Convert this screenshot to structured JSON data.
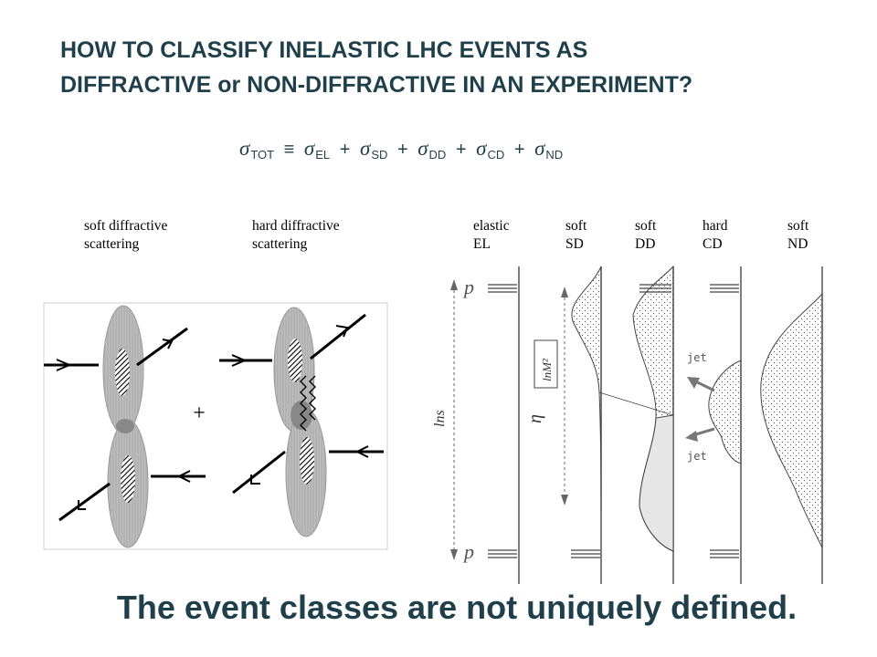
{
  "title": {
    "line1": "HOW TO CLASSIFY INELASTIC LHC EVENTS AS",
    "line2": "DIFFRACTIVE or NON-DIFFRACTIVE IN AN EXPERIMENT?"
  },
  "equation": {
    "symbol": "σ",
    "lhs": "TOT",
    "equiv": "≡",
    "plus": "+",
    "terms": [
      "EL",
      "SD",
      "DD",
      "CD",
      "ND"
    ]
  },
  "left_labels": {
    "soft": {
      "line1": "soft diffractive",
      "line2": "scattering"
    },
    "hard": {
      "line1": "hard diffractive",
      "line2": "scattering"
    }
  },
  "plus_sign": "+",
  "columns": [
    {
      "line1": "elastic",
      "line2": "EL"
    },
    {
      "line1": "soft",
      "line2": "SD"
    },
    {
      "line1": "soft",
      "line2": "DD"
    },
    {
      "line1": "hard",
      "line2": "CD"
    },
    {
      "line1": "soft",
      "line2": "ND"
    }
  ],
  "plot_labels": {
    "p": "p",
    "ln_s": "lns",
    "eta": "η",
    "ln_m2": "lnM²",
    "jet": "jet"
  },
  "footer": "The event classes are not uniquely defined."
}
